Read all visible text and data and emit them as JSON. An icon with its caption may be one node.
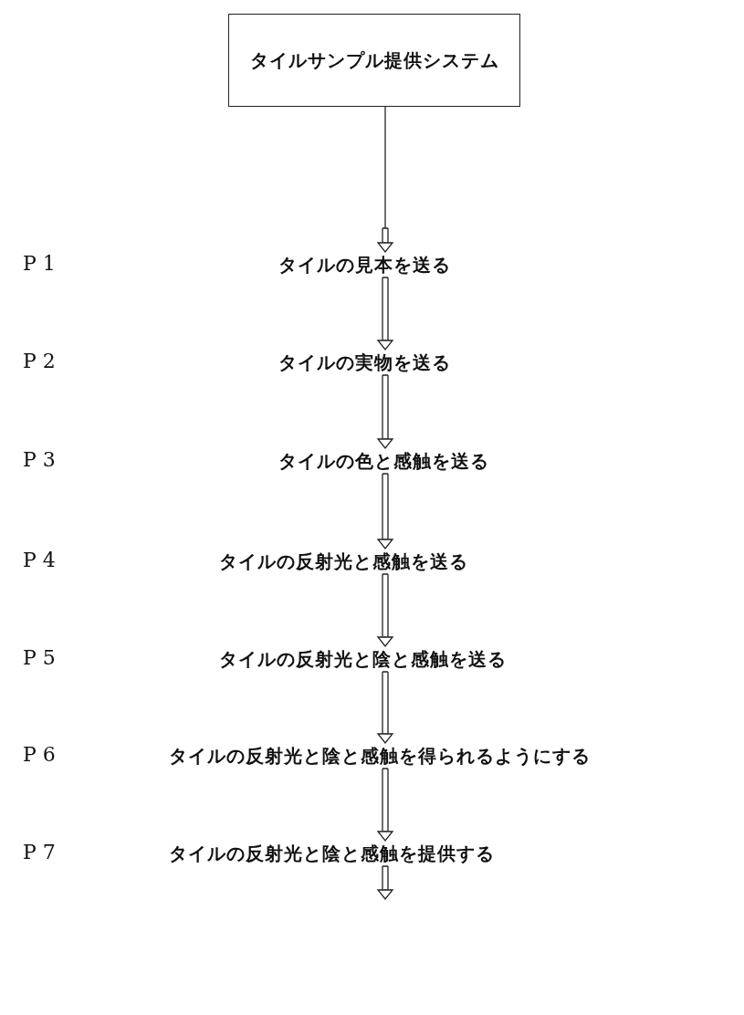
{
  "diagram": {
    "nodes": [
      {
        "text": [
          "タイルサンプル提供システム"
        ]
      },
      {
        "text": [
          "タイルの見本を送る"
        ]
      },
      {
        "text": [
          "タイルの実物を送る"
        ]
      },
      {
        "text": [
          "タイルの色と感触を送る"
        ]
      },
      {
        "text": [
          "タイルの反射光と感触を送る"
        ]
      },
      {
        "text": [
          "タイルの反射光と陰と感触を送る"
        ]
      },
      {
        "text": [
          "タイルの反射光と陰と感触を得られるようにする"
        ]
      },
      {
        "text": [
          "タイルの反射光と陰と感触を提供する"
        ]
      }
    ],
    "labels": [
      "P 1",
      "P 2",
      "P 3",
      "P 4",
      "P 5",
      "P 6",
      "P 7"
    ],
    "edges": [
      {
        "from": 0,
        "to": 1,
        "arrow": "to"
      },
      {
        "from": 1,
        "to": 2,
        "arrow": "to"
      },
      {
        "from": 2,
        "to": 3,
        "arrow": "to"
      },
      {
        "from": 3,
        "to": 4,
        "arrow": "to"
      },
      {
        "from": 4,
        "to": 5,
        "arrow": "to"
      },
      {
        "from": 5,
        "to": 6,
        "arrow": "to"
      },
      {
        "from": 6,
        "to": 7,
        "arrow": "to"
      },
      {
        "from": 7,
        "to": null,
        "arrow": "to"
      }
    ]
  }
}
